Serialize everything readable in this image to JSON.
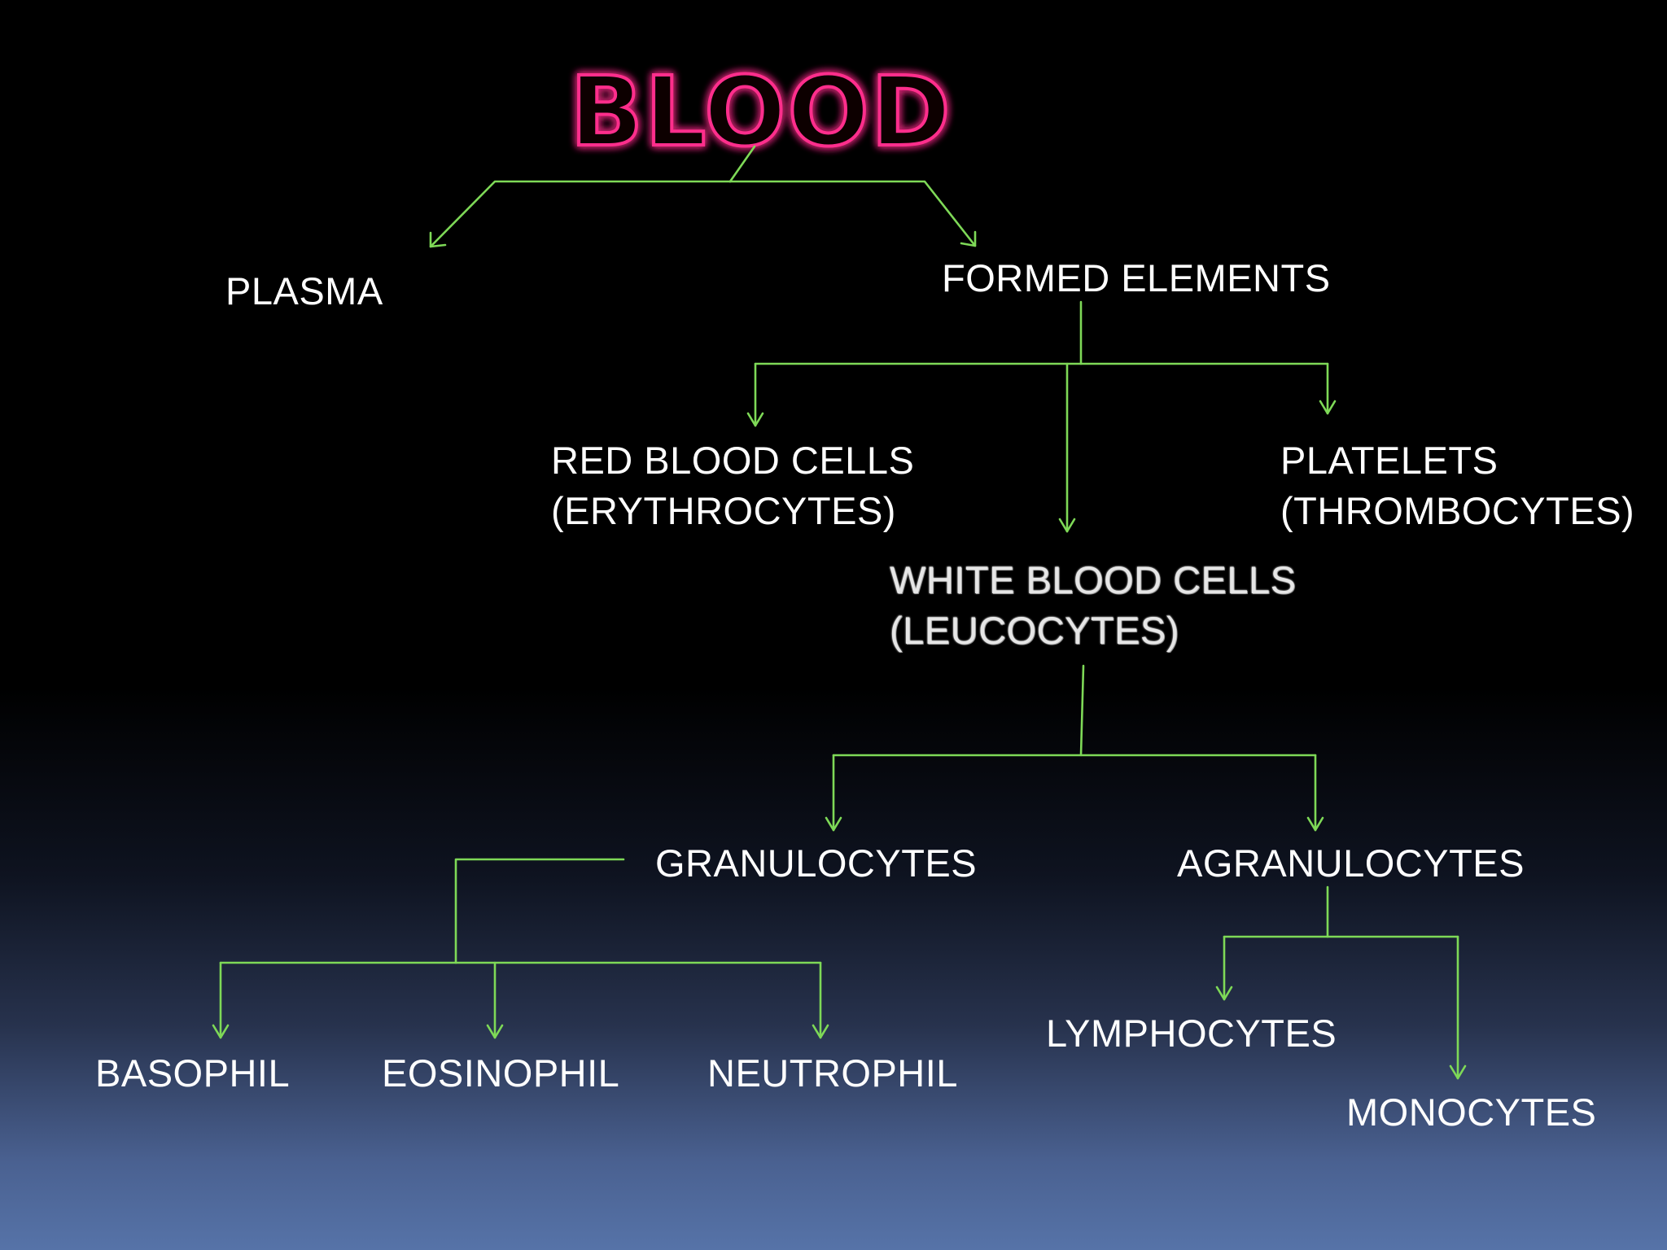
{
  "title": "BLOOD",
  "colors": {
    "title_glow": "#ff2d8c",
    "connector": "#7ed957",
    "text": "#ffffff"
  },
  "nodes": {
    "plasma": "PLASMA",
    "formed_elements": "FORMED ELEMENTS",
    "rbc": {
      "line1": "RED BLOOD CELLS",
      "line2": "(ERYTHROCYTES)"
    },
    "platelets": {
      "line1": "PLATELETS",
      "line2": "(THROMBOCYTES)"
    },
    "wbc": {
      "line1": "WHITE BLOOD CELLS",
      "line2": "(LEUCOCYTES)"
    },
    "granulocytes": "GRANULOCYTES",
    "agranulocytes": "AGRANULOCYTES",
    "basophil": "BASOPHIL",
    "eosinophil": "EOSINOPHIL",
    "neutrophil": "NEUTROPHIL",
    "lymphocytes": "LYMPHOCYTES",
    "monocytes": "MONOCYTES"
  }
}
